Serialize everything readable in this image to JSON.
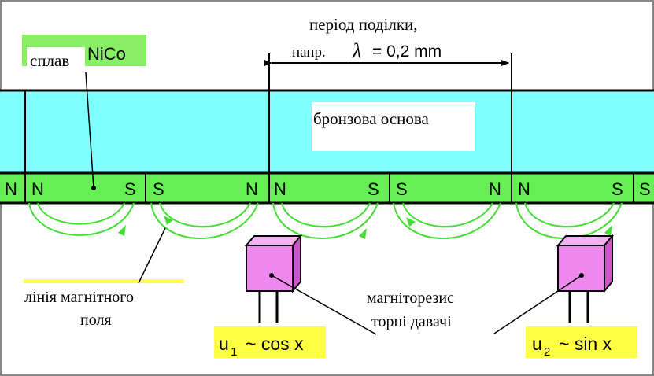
{
  "labels": {
    "alloy_prefix": "сплав",
    "alloy_name": "NiCo",
    "period_line1": "період поділки,",
    "period_line2_prefix": "напр.",
    "period_lambda": "λ",
    "period_value": "= 0,2 mm",
    "bronze_base": "бронзова основа",
    "field_line_1": "лінія магнітного",
    "field_line_2": "поля",
    "sensor_label_1": "магніторезис",
    "sensor_label_2": "торні давачі",
    "u1_var": "u",
    "u1_sub": "1",
    "u1_expr": "~ cos x",
    "u2_var": "u",
    "u2_sub": "2",
    "u2_expr": "~ sin x"
  },
  "poles": [
    "N",
    "N",
    "S",
    "S",
    "N",
    "N",
    "S",
    "S",
    "N",
    "N",
    "S",
    "S"
  ],
  "colors": {
    "base": "#80ffff",
    "magnet_strip": "#66ee55",
    "field_lines": "#44dd33",
    "sensor_front": "#ee88ee",
    "sensor_side": "#cc55cc",
    "formula_bg": "#ffff44",
    "alloy_bg": "#88ee66",
    "outline": "#000000"
  }
}
